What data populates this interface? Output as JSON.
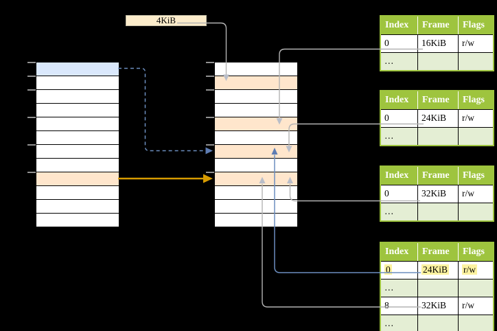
{
  "size_label": "4KiB",
  "colors": {
    "row_blue": "#dae8fc",
    "row_orange": "#ffe6cc",
    "label_fill": "#fceccb",
    "green_header": "#9ec43e",
    "green_light": "#e4eed4",
    "yellow_highlight": "#fcf2a0",
    "connector_gray": "#b3b3b3",
    "connector_blue": "#6c8ebf",
    "connector_orange": "#d79b00"
  },
  "tick_offsets": [
    0,
    20,
    40,
    80,
    120,
    160
  ],
  "virtual_table": {
    "row_count": 12,
    "highlighted_rows": [
      {
        "index": 0,
        "color": "blue"
      },
      {
        "index": 8,
        "color": "orange"
      }
    ]
  },
  "physical_table": {
    "row_count": 12,
    "highlighted_rows": [
      {
        "index": 1,
        "color": "orange"
      },
      {
        "index": 4,
        "color": "orange"
      },
      {
        "index": 6,
        "color": "orange"
      },
      {
        "index": 8,
        "color": "orange"
      }
    ]
  },
  "frame_tables": [
    {
      "headers": [
        "Index",
        "Frame",
        "Flags"
      ],
      "rows": [
        {
          "cells": [
            "0",
            "16KiB",
            "r/w"
          ],
          "shaded": false,
          "highlight": false
        },
        {
          "cells": [
            "…",
            "",
            ""
          ],
          "shaded": true,
          "highlight": false
        }
      ]
    },
    {
      "headers": [
        "Index",
        "Frame",
        "Flags"
      ],
      "rows": [
        {
          "cells": [
            "0",
            "24KiB",
            "r/w"
          ],
          "shaded": false,
          "highlight": false
        },
        {
          "cells": [
            "…",
            "",
            ""
          ],
          "shaded": true,
          "highlight": false
        }
      ]
    },
    {
      "headers": [
        "Index",
        "Frame",
        "Flags"
      ],
      "rows": [
        {
          "cells": [
            "0",
            "32KiB",
            "r/w"
          ],
          "shaded": false,
          "highlight": false
        },
        {
          "cells": [
            "…",
            "",
            ""
          ],
          "shaded": true,
          "highlight": false
        }
      ]
    },
    {
      "headers": [
        "Index",
        "Frame",
        "Flags"
      ],
      "rows": [
        {
          "cells": [
            "0",
            "24KiB",
            "r/w"
          ],
          "shaded": false,
          "highlight": true
        },
        {
          "cells": [
            "…",
            "",
            ""
          ],
          "shaded": true,
          "highlight": false
        },
        {
          "cells": [
            "8",
            "32KiB",
            "r/w"
          ],
          "shaded": false,
          "highlight": false
        },
        {
          "cells": [
            "…",
            "",
            ""
          ],
          "shaded": true,
          "highlight": false
        }
      ]
    }
  ]
}
